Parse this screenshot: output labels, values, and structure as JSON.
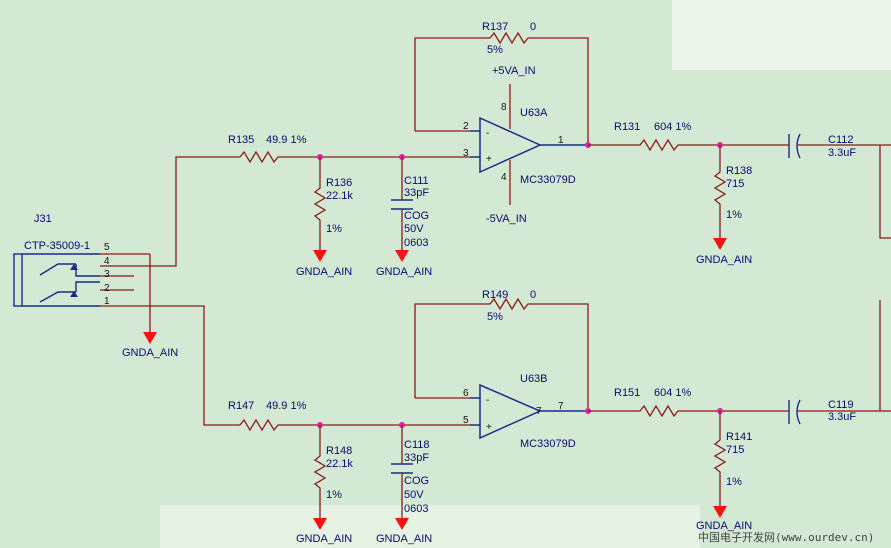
{
  "connector": {
    "ref": "J31",
    "part": "CTP-35009-1",
    "pins": [
      "5",
      "4",
      "3",
      "2",
      "1"
    ],
    "gnd": "GNDA_AIN"
  },
  "top": {
    "r_in": {
      "ref": "R135",
      "value": "49.9 1%"
    },
    "r_sh": {
      "ref": "R136",
      "value": "22.1k",
      "tol": "1%",
      "gnd": "GNDA_AIN"
    },
    "cap": {
      "ref": "C111",
      "value": "33pF",
      "dielectric": "COG",
      "voltage": "50V",
      "pkg": "0603",
      "gnd": "GNDA_AIN"
    },
    "r_fb": {
      "ref": "R137",
      "value": "0",
      "tol": "5%"
    },
    "opamp": {
      "ref": "U63A",
      "part": "MC33079D",
      "pin_minus": "2",
      "pin_plus": "3",
      "pin_out": "1",
      "pin_vp": "8",
      "pin_vn": "4",
      "minus_sign": "-",
      "plus_sign": "+",
      "vp": "+5VA_IN",
      "vn": "-5VA_IN"
    },
    "r_out": {
      "ref": "R131",
      "value": "604  1%"
    },
    "r_load": {
      "ref": "R138",
      "value": "715",
      "tol": "1%",
      "gnd": "GNDA_AIN"
    },
    "c_out": {
      "ref": "C112",
      "value": "3.3uF"
    }
  },
  "bottom": {
    "r_in": {
      "ref": "R147",
      "value": "49.9 1%"
    },
    "r_sh": {
      "ref": "R148",
      "value": "22.1k",
      "tol": "1%",
      "gnd": "GNDA_AIN"
    },
    "cap": {
      "ref": "C118",
      "value": "33pF",
      "dielectric": "COG",
      "voltage": "50V",
      "pkg": "0603",
      "gnd": "GNDA_AIN"
    },
    "r_fb": {
      "ref": "R149",
      "value": "0",
      "tol": "5%"
    },
    "opamp": {
      "ref": "U63B",
      "part": "MC33079D",
      "pin_minus": "6",
      "pin_plus": "5",
      "pin_out": "7",
      "pin_out_net": "7",
      "minus_sign": "-",
      "plus_sign": "+"
    },
    "r_out": {
      "ref": "R151",
      "value": "604  1%"
    },
    "r_load": {
      "ref": "R141",
      "value": "715",
      "tol": "1%",
      "gnd": "GNDA_AIN"
    },
    "c_out": {
      "ref": "C119",
      "value": "3.3uF"
    }
  },
  "watermark": "中国电子开发网(www.ourdev.cn)"
}
